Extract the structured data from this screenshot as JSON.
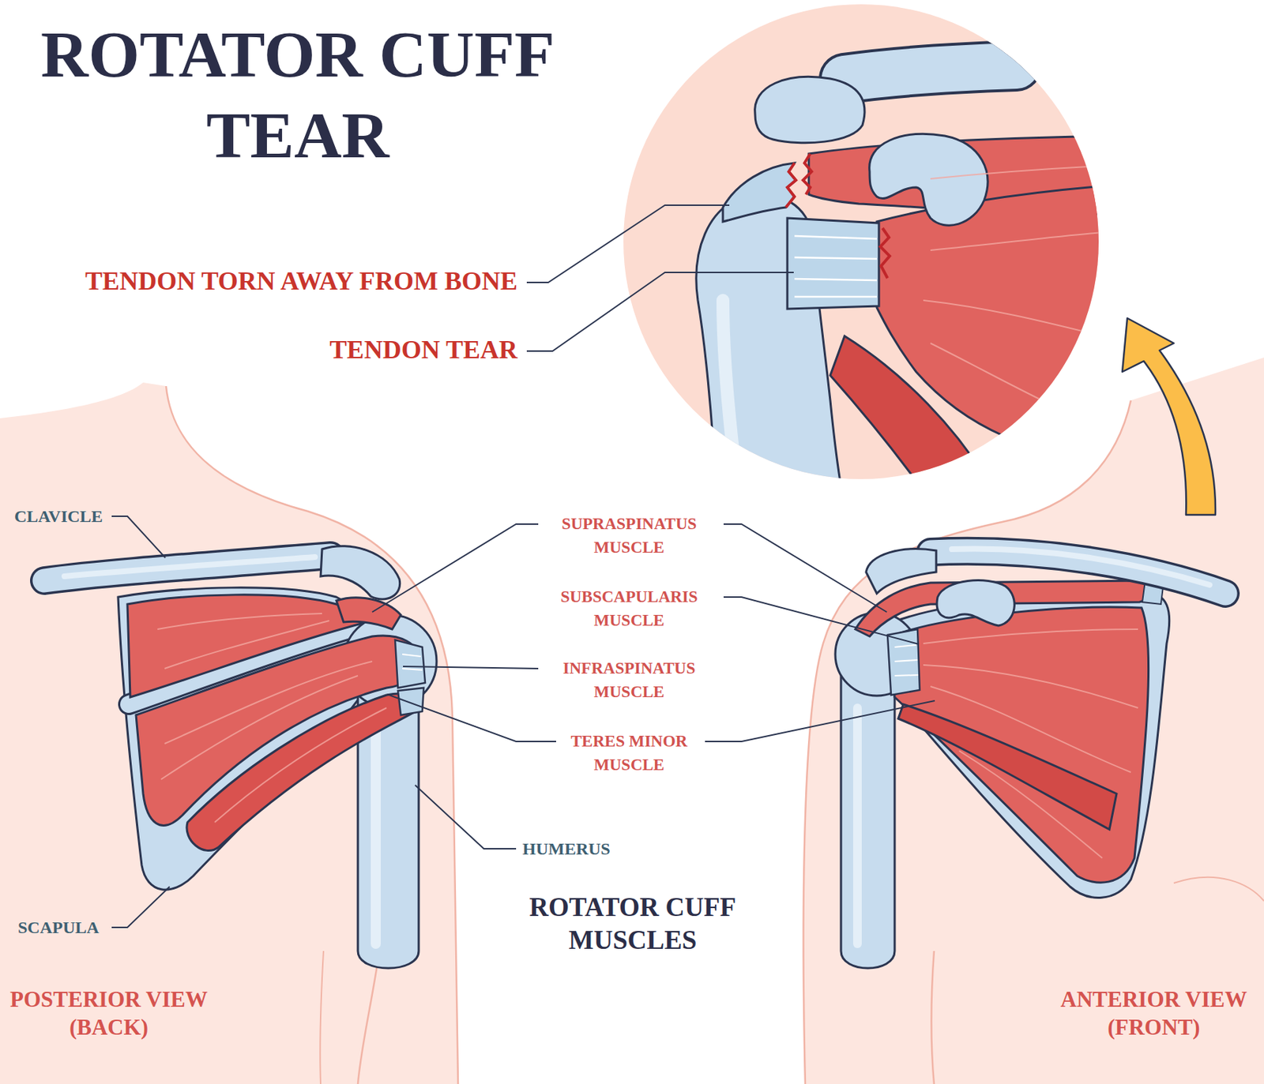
{
  "diagram": {
    "title": "ROTATOR CUFF TEAR",
    "labels": [
      "TENDON TORN AWAY FROM BONE",
      "TENDON TEAR",
      "CLAVICLE",
      "SUPRASPINATUS MUSCLE",
      "SUBSCAPULARIS MUSCLE",
      "INFRASPINATUS MUSCLE",
      "TERES MINOR MUSCLE",
      "HUMERUS",
      "SCAPULA",
      "ROTATOR CUFF MUSCLES",
      "POSTERIOR VIEW (BACK)",
      "ANTERIOR VIEW (FRONT)"
    ]
  }
}
